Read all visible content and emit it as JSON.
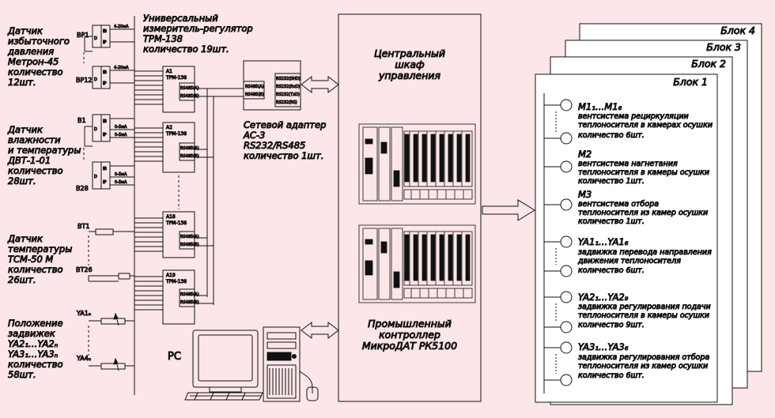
{
  "sensors": {
    "pressure": {
      "lines": [
        "Датчик",
        "избыточного",
        "давления",
        "Метрон-45",
        "количество",
        "12шт."
      ],
      "tag_first": "BP1",
      "tag_last": "BP12",
      "signal": "4-20мА"
    },
    "humidity": {
      "lines": [
        "Датчик",
        "влажности",
        "и температуры",
        "ДВТ-1-01",
        "количество",
        "28шт."
      ],
      "tag_first": "B1",
      "tag_last": "B28",
      "signal": "0-5мА"
    },
    "temperature": {
      "lines": [
        "Датчик",
        "температуры",
        "ТСМ-50 М",
        "количество",
        "26шт."
      ],
      "tag_first": "BT1",
      "tag_last": "BT26"
    },
    "dampers": {
      "lines": [
        "Положение",
        "задвижек",
        "YA2₁…YA2ₙ",
        "YA3₁…YA3ₙ",
        "количество",
        "58шт."
      ],
      "tag_first": "YA1ₙ",
      "tag_last": "YA4ₙ"
    }
  },
  "pin_labels": [
    "D",
    "IB",
    "IP"
  ],
  "meter": {
    "lines": [
      "Универсальный",
      "измеритель-регулятор",
      "ТРМ-138",
      "количество 19шт."
    ],
    "units": [
      {
        "id": "A1",
        "model": "ТРМ-138"
      },
      {
        "id": "A2",
        "model": "ТРМ-138"
      },
      {
        "id": "A18",
        "model": "ТРМ-138"
      },
      {
        "id": "A19",
        "model": "ТРМ-138"
      }
    ],
    "port_a": "RS485(A)",
    "port_b": "RS485(B)"
  },
  "adapter": {
    "lines": [
      "Сетевой адаптер",
      "АС-3",
      "RS232/RS485",
      "количество 1шт."
    ],
    "ports_left": [
      "RS485(A)",
      "RS485(B)"
    ],
    "ports_right": [
      "RS232(SHD)",
      "RS232(RxD)",
      "RS232(TxD)",
      "RS232(RS)"
    ]
  },
  "cabinet": {
    "title_lines": [
      "Центральный",
      "шкаф",
      "управления"
    ],
    "controller_lines": [
      "Промышленный",
      "контроллер",
      "МикроДАТ РК5100"
    ]
  },
  "pc": {
    "label": "PC"
  },
  "blocks": {
    "tabs": [
      "Блок 4",
      "Блок 3",
      "Блок 2"
    ],
    "front": "Блок 1",
    "items": [
      {
        "code": "M1₁…M1₆",
        "lines": [
          "вентсистема рециркуляции",
          "теплоносителя в камерах осушки",
          "количество 6шт."
        ]
      },
      {
        "code": "M2",
        "lines": [
          "вентсистема нагнетания",
          "теплоносителя в камеры осушки",
          "количество 1шт."
        ]
      },
      {
        "code": "M3",
        "lines": [
          "вентсистема отбора",
          "теплоносителя из камер осушки",
          "количество 1шт."
        ]
      },
      {
        "code": "YA1₁…YA1₆",
        "lines": [
          "задвижка перевода направления",
          "движения теплоносителя",
          "количество 6шт."
        ]
      },
      {
        "code": "YA2₁…YA2₉",
        "lines": [
          "задвижка регулирования подачи",
          "теплоносителя в камеры осушки",
          "количество 9шт."
        ]
      },
      {
        "code": "YA3₁…YA3₆",
        "lines": [
          "задвижка регулирования отбора",
          "теплоносителя из камер осушки",
          "количество 6шт."
        ]
      }
    ]
  }
}
